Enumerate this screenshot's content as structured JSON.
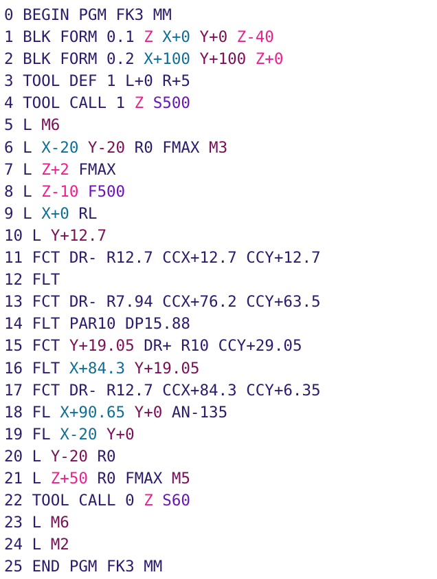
{
  "colors": {
    "text": "#2e1a6b",
    "x": "#0e6e94",
    "y": "#7a0f56",
    "z": "#ec1f8d",
    "feed_speed": "#6a14b8",
    "m": "#7a0f56"
  },
  "lines": [
    [
      {
        "t": "0 BEGIN PGM FK3 MM",
        "c": "text"
      }
    ],
    [
      {
        "t": "1 BLK FORM 0.1 ",
        "c": "text"
      },
      {
        "t": "Z",
        "c": "z"
      },
      {
        "t": " ",
        "c": "text"
      },
      {
        "t": "X+0",
        "c": "x"
      },
      {
        "t": " ",
        "c": "text"
      },
      {
        "t": "Y+0",
        "c": "y"
      },
      {
        "t": " ",
        "c": "text"
      },
      {
        "t": "Z-40",
        "c": "z"
      }
    ],
    [
      {
        "t": "2 BLK FORM 0.2 ",
        "c": "text"
      },
      {
        "t": "X+100",
        "c": "x"
      },
      {
        "t": " ",
        "c": "text"
      },
      {
        "t": "Y+100",
        "c": "y"
      },
      {
        "t": " ",
        "c": "text"
      },
      {
        "t": "Z+0",
        "c": "z"
      }
    ],
    [
      {
        "t": "3 TOOL DEF 1 L+0 R+5",
        "c": "text"
      }
    ],
    [
      {
        "t": "4 TOOL CALL 1 ",
        "c": "text"
      },
      {
        "t": "Z",
        "c": "z"
      },
      {
        "t": " ",
        "c": "text"
      },
      {
        "t": "S500",
        "c": "feed_speed"
      }
    ],
    [
      {
        "t": "5 L ",
        "c": "text"
      },
      {
        "t": "M6",
        "c": "m"
      }
    ],
    [
      {
        "t": "6 L ",
        "c": "text"
      },
      {
        "t": "X-20",
        "c": "x"
      },
      {
        "t": " ",
        "c": "text"
      },
      {
        "t": "Y-20",
        "c": "y"
      },
      {
        "t": " R0 FMAX ",
        "c": "text"
      },
      {
        "t": "M3",
        "c": "m"
      }
    ],
    [
      {
        "t": "7 L ",
        "c": "text"
      },
      {
        "t": "Z+2",
        "c": "z"
      },
      {
        "t": " FMAX",
        "c": "text"
      }
    ],
    [
      {
        "t": "8 L ",
        "c": "text"
      },
      {
        "t": "Z-10",
        "c": "z"
      },
      {
        "t": " ",
        "c": "text"
      },
      {
        "t": "F500",
        "c": "feed_speed"
      }
    ],
    [
      {
        "t": "9 L ",
        "c": "text"
      },
      {
        "t": "X+0",
        "c": "x"
      },
      {
        "t": " RL",
        "c": "text"
      }
    ],
    [
      {
        "t": "10 L ",
        "c": "text"
      },
      {
        "t": "Y+12.7",
        "c": "y"
      }
    ],
    [
      {
        "t": "11 FCT DR- R12.7 CCX+12.7 CCY+12.7",
        "c": "text"
      }
    ],
    [
      {
        "t": "12 FLT",
        "c": "text"
      }
    ],
    [
      {
        "t": "13 FCT DR- R7.94 CCX+76.2 CCY+63.5",
        "c": "text"
      }
    ],
    [
      {
        "t": "14 FLT PAR10 DP15.88",
        "c": "text"
      }
    ],
    [
      {
        "t": "15 FCT ",
        "c": "text"
      },
      {
        "t": "Y+19.05",
        "c": "y"
      },
      {
        "t": " DR+ R10 CCY+29.05",
        "c": "text"
      }
    ],
    [
      {
        "t": "16 FLT ",
        "c": "text"
      },
      {
        "t": "X+84.3",
        "c": "x"
      },
      {
        "t": " ",
        "c": "text"
      },
      {
        "t": "Y+19.05",
        "c": "y"
      }
    ],
    [
      {
        "t": "17 FCT DR- R12.7 CCX+84.3 CCY+6.35",
        "c": "text"
      }
    ],
    [
      {
        "t": "18 FL ",
        "c": "text"
      },
      {
        "t": "X+90.65",
        "c": "x"
      },
      {
        "t": " ",
        "c": "text"
      },
      {
        "t": "Y+0",
        "c": "y"
      },
      {
        "t": " AN-135",
        "c": "text"
      }
    ],
    [
      {
        "t": "19 FL ",
        "c": "text"
      },
      {
        "t": "X-20",
        "c": "x"
      },
      {
        "t": " ",
        "c": "text"
      },
      {
        "t": "Y+0",
        "c": "y"
      }
    ],
    [
      {
        "t": "20 L ",
        "c": "text"
      },
      {
        "t": "Y-20",
        "c": "y"
      },
      {
        "t": " R0",
        "c": "text"
      }
    ],
    [
      {
        "t": "21 L ",
        "c": "text"
      },
      {
        "t": "Z+50",
        "c": "z"
      },
      {
        "t": " R0 FMAX ",
        "c": "text"
      },
      {
        "t": "M5",
        "c": "m"
      }
    ],
    [
      {
        "t": "22 TOOL CALL 0 ",
        "c": "text"
      },
      {
        "t": "Z",
        "c": "z"
      },
      {
        "t": " ",
        "c": "text"
      },
      {
        "t": "S60",
        "c": "feed_speed"
      }
    ],
    [
      {
        "t": "23 L ",
        "c": "text"
      },
      {
        "t": "M6",
        "c": "m"
      }
    ],
    [
      {
        "t": "24 L ",
        "c": "text"
      },
      {
        "t": "M2",
        "c": "m"
      }
    ],
    [
      {
        "t": "25 END PGM FK3 MM",
        "c": "text"
      }
    ]
  ]
}
